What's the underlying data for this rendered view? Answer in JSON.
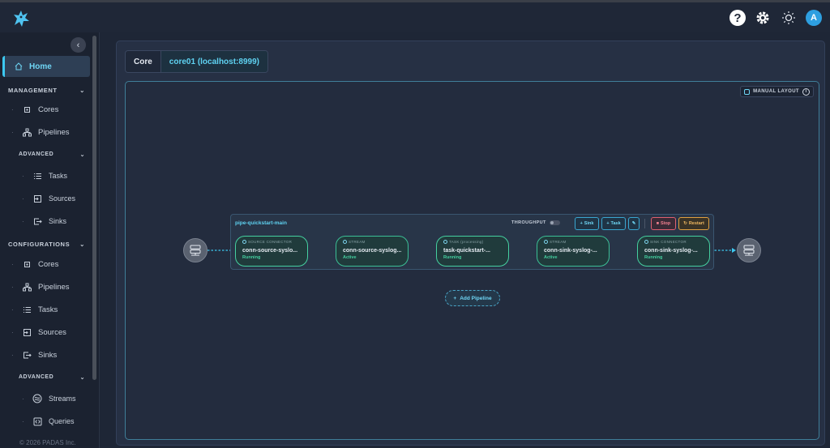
{
  "topbar": {
    "help_label": "?",
    "avatar_initial": "A"
  },
  "sidebar": {
    "home": "Home",
    "management": {
      "title": "MANAGEMENT",
      "items": [
        "Cores",
        "Pipelines"
      ],
      "advanced": {
        "title": "ADVANCED",
        "items": [
          "Tasks",
          "Sources",
          "Sinks"
        ]
      }
    },
    "configurations": {
      "title": "CONFIGURATIONS",
      "items": [
        "Cores",
        "Pipelines",
        "Tasks",
        "Sources",
        "Sinks"
      ],
      "advanced": {
        "title": "ADVANCED",
        "items": [
          "Streams",
          "Queries"
        ]
      }
    },
    "footer": "© 2026 PADAS Inc."
  },
  "core": {
    "label": "Core",
    "value": "core01 (localhost:8999)"
  },
  "canvas": {
    "manual_layout": "MANUAL LAYOUT",
    "pipeline": {
      "name": "pipe-quickstart-main",
      "throughput": "THROUGHPUT",
      "buttons": {
        "sink": "Sink",
        "task": "Task",
        "stop": "Stop",
        "restart": "Restart"
      },
      "nodes": [
        {
          "type": "SOURCE CONNECTOR",
          "name": "conn-source-syslo...",
          "status": "Running"
        },
        {
          "type": "STREAM",
          "name": "conn-source-syslog...",
          "status": "Active"
        },
        {
          "type": "TASK (processing)",
          "name": "task-quickstart-...",
          "status": "Running"
        },
        {
          "type": "STREAM",
          "name": "conn-sink-syslog-...",
          "status": "Active"
        },
        {
          "type": "SINK CONNECTOR",
          "name": "conn-sink-syslog-...",
          "status": "Running"
        }
      ]
    },
    "add_pipeline": "Add Pipeline"
  },
  "colors": {
    "accent": "#3cc8f0",
    "running": "#45d0a0",
    "stop": "#e06070",
    "restart": "#e0a040"
  }
}
